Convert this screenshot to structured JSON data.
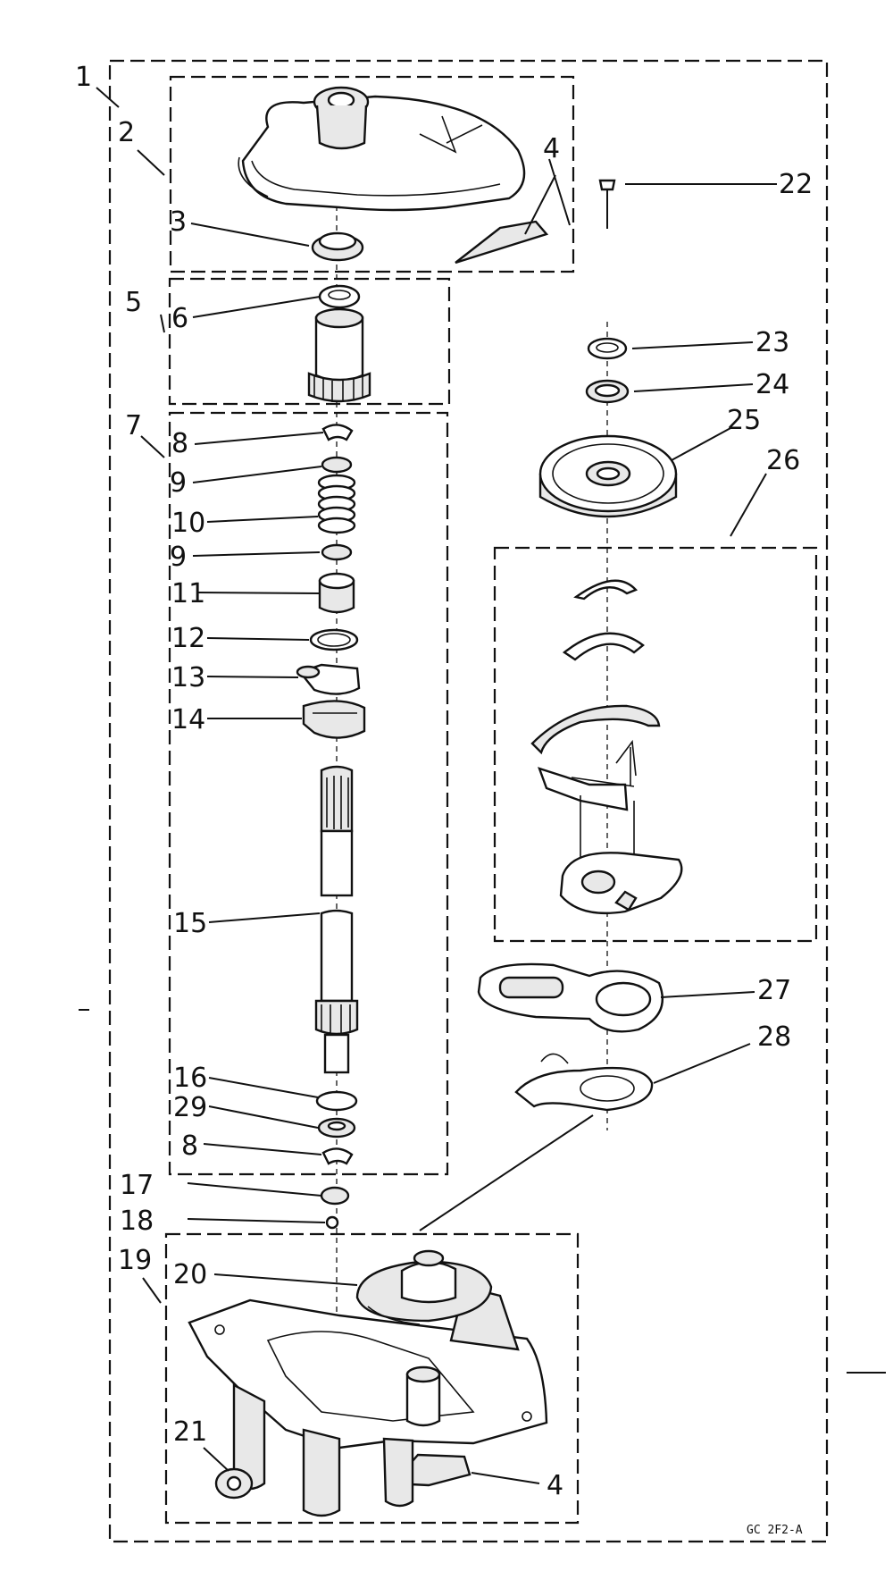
{
  "labels": {
    "l1": "1",
    "l2": "2",
    "l3": "3",
    "l4a": "4",
    "l4b": "4",
    "l5": "5",
    "l6": "6",
    "l7": "7",
    "l8a": "8",
    "l8b": "8",
    "l9a": "9",
    "l9b": "9",
    "l10": "10",
    "l11": "11",
    "l12": "12",
    "l13": "13",
    "l14": "14",
    "l15": "15",
    "l16": "16",
    "l29": "29",
    "l17": "17",
    "l18": "18",
    "l19": "19",
    "l20": "20",
    "l21": "21",
    "l22": "22",
    "l23": "23",
    "l24": "24",
    "l25": "25",
    "l26": "26",
    "l27": "27",
    "l28": "28"
  },
  "diagram_code": "GC 2F2-A"
}
